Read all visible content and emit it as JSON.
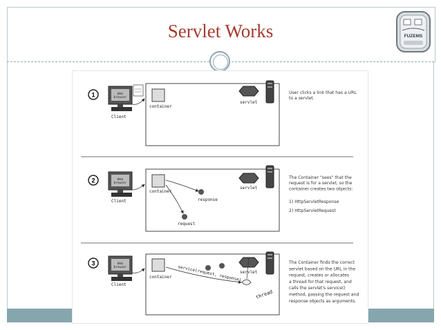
{
  "slide": {
    "title": "Servlet Works",
    "logo_text": "FUZEMS"
  },
  "steps": [
    {
      "number": "1",
      "description": "User clicks a link that has a URL\nto a servlet.",
      "labels": {
        "client": "Client",
        "container": "container",
        "servlet": "servlet",
        "browser": "Web\nbrowser"
      }
    },
    {
      "number": "2",
      "description": "The Container \"sees\" that the\nrequest is for a servlet, so the\ncontainer creates two objects:",
      "items": [
        "1) HttpServletResponse",
        "2) HttpServletRequest"
      ],
      "labels": {
        "client": "Client",
        "container": "container",
        "servlet": "servlet",
        "response": "response",
        "request": "request"
      }
    },
    {
      "number": "3",
      "description": "The Container finds the correct\nservlet based on the URL in the\nrequest, creates or allocates\na thread for that request, and\ncalls the servlet's service()\nmethod, passing the request and\nresponse objects as arguments.",
      "labels": {
        "client": "Client",
        "container": "container",
        "servlet": "servlet",
        "call": "service(request, response)",
        "thread": "thread"
      }
    }
  ]
}
